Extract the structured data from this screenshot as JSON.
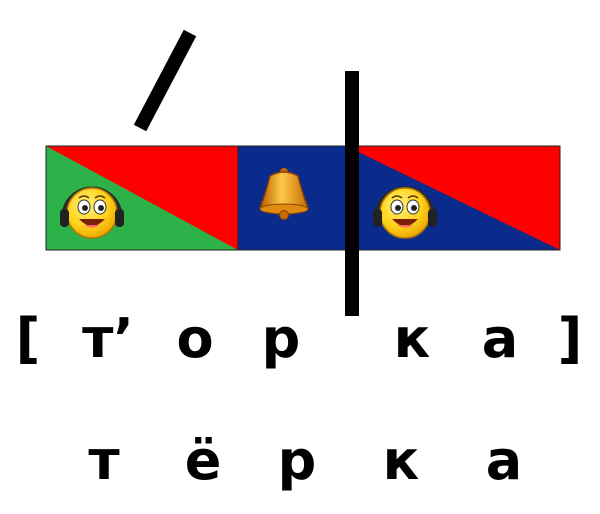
{
  "scheme": {
    "syllables": [
      {
        "sound_type": "soft-consonant-plus-vowel",
        "colors": [
          "#2db24a",
          "#ff0000"
        ],
        "icon": "smiley-headphones-icon"
      },
      {
        "sound_type": "voiced-sonorant-consonant",
        "colors": [
          "#0a2a8c"
        ],
        "icon": "bell-icon"
      },
      {
        "sound_type": "hard-consonant-plus-vowel",
        "colors": [
          "#0a2a8c",
          "#ff0000"
        ],
        "icon": "smiley-headphones-icon"
      }
    ],
    "stress_mark": "stress-mark-icon",
    "divider": "syllable-divider-line",
    "accent_colors": {
      "vowel": "#ff0000",
      "hard": "#0a2a8c",
      "soft": "#2db24a"
    }
  },
  "transcription": {
    "open_bracket": "[",
    "letters": [
      "т’",
      "о",
      "р",
      "к",
      "а"
    ],
    "close_bracket": "]"
  },
  "word": {
    "letters": [
      "т",
      "ё",
      "р",
      "к",
      "а"
    ]
  }
}
